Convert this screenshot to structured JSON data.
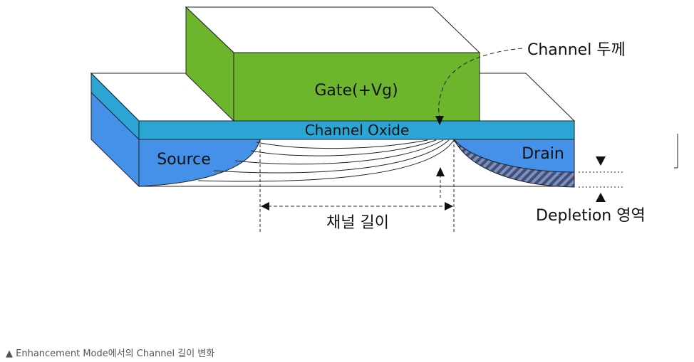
{
  "diagram": {
    "gate_label": "Gate(+Vg)",
    "oxide_label": "Channel Oxide",
    "source_label": "Source",
    "drain_label": "Drain",
    "channel_thickness_label": "Channel 두께",
    "channel_length_label": "채널 길이",
    "depletion_label": "Depletion 영역",
    "colors": {
      "gate": "#6cb52d",
      "oxide": "#2ba5d4",
      "source_drain": "#4590e8",
      "top_faces": "#ffffff",
      "outline": "#222222",
      "hatch": "#4a5a88"
    }
  },
  "caption": {
    "marker": "▲",
    "text": "Enhancement Mode에서의 Channel 길이 변화"
  }
}
